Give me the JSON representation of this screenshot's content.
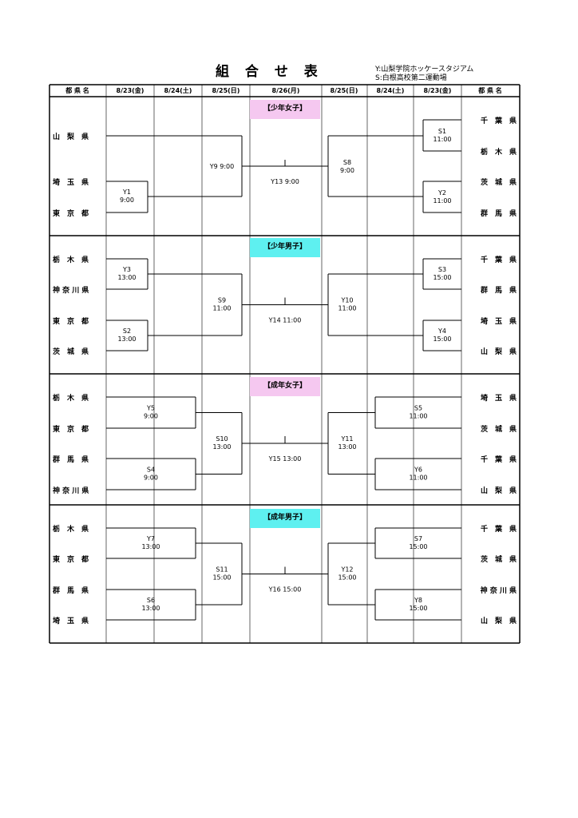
{
  "title": "組 合 せ 表",
  "legend": {
    "y": "Y:山梨学院ホッケースタジアム",
    "s": "S:白根高校第二運動場"
  },
  "header": [
    "都 県 名",
    "8/23(金)",
    "8/24(土)",
    "8/25(日)",
    "8/26(月)",
    "8/25(日)",
    "8/24(土)",
    "8/23(金)",
    "都 県 名"
  ],
  "colors": {
    "girls_label": "#f5c8f0",
    "boys_label": "#5ef0f0",
    "line": "#000000"
  },
  "sections": [
    {
      "label": "【少年女子】",
      "color": "#f5c8f0",
      "left_teams": [
        "山　梨　県",
        "埼　玉　県",
        "東　京　都"
      ],
      "right_teams": [
        "千　葉　県",
        "栃　木　県",
        "茨　城　県",
        "群　馬　県"
      ],
      "matches": [
        {
          "code": "Y1",
          "time": "9:00"
        },
        {
          "code": "Y9",
          "time": "9:00"
        },
        {
          "code": "Y13",
          "time": "9:00"
        },
        {
          "code": "S8",
          "time": "9:00"
        },
        {
          "code": "S1",
          "time": "11:00"
        },
        {
          "code": "Y2",
          "time": "11:00"
        }
      ]
    },
    {
      "label": "【少年男子】",
      "color": "#5ef0f0",
      "left_teams": [
        "栃　木　県",
        "神 奈 川 県",
        "東　京　都",
        "茨　城　県"
      ],
      "right_teams": [
        "千　葉　県",
        "群　馬　県",
        "埼　玉　県",
        "山　梨　県"
      ],
      "matches": [
        {
          "code": "Y3",
          "time": "13:00"
        },
        {
          "code": "S2",
          "time": "13:00"
        },
        {
          "code": "S9",
          "time": "11:00"
        },
        {
          "code": "Y14",
          "time": "11:00"
        },
        {
          "code": "Y10",
          "time": "11:00"
        },
        {
          "code": "S3",
          "time": "15:00"
        },
        {
          "code": "Y4",
          "time": "15:00"
        }
      ]
    },
    {
      "label": "【成年女子】",
      "color": "#f5c8f0",
      "left_teams": [
        "栃　木　県",
        "東　京　都",
        "群　馬　県",
        "神 奈 川 県"
      ],
      "right_teams": [
        "埼　玉　県",
        "茨　城　県",
        "千　葉　県",
        "山　梨　県"
      ],
      "matches": [
        {
          "code": "Y5",
          "time": "9:00"
        },
        {
          "code": "S4",
          "time": "9:00"
        },
        {
          "code": "S10",
          "time": "13:00"
        },
        {
          "code": "Y15",
          "time": "13:00"
        },
        {
          "code": "Y11",
          "time": "13:00"
        },
        {
          "code": "S5",
          "time": "11:00"
        },
        {
          "code": "Y6",
          "time": "11:00"
        }
      ]
    },
    {
      "label": "【成年男子】",
      "color": "#5ef0f0",
      "left_teams": [
        "栃　木　県",
        "東　京　都",
        "群　馬　県",
        "埼　玉　県"
      ],
      "right_teams": [
        "千　葉　県",
        "茨　城　県",
        "神 奈 川 県",
        "山　梨　県"
      ],
      "matches": [
        {
          "code": "Y7",
          "time": "13:00"
        },
        {
          "code": "S6",
          "time": "13:00"
        },
        {
          "code": "S11",
          "time": "15:00"
        },
        {
          "code": "Y16",
          "time": "15:00"
        },
        {
          "code": "Y12",
          "time": "15:00"
        },
        {
          "code": "S7",
          "time": "15:00"
        },
        {
          "code": "Y8",
          "time": "15:00"
        }
      ]
    }
  ]
}
